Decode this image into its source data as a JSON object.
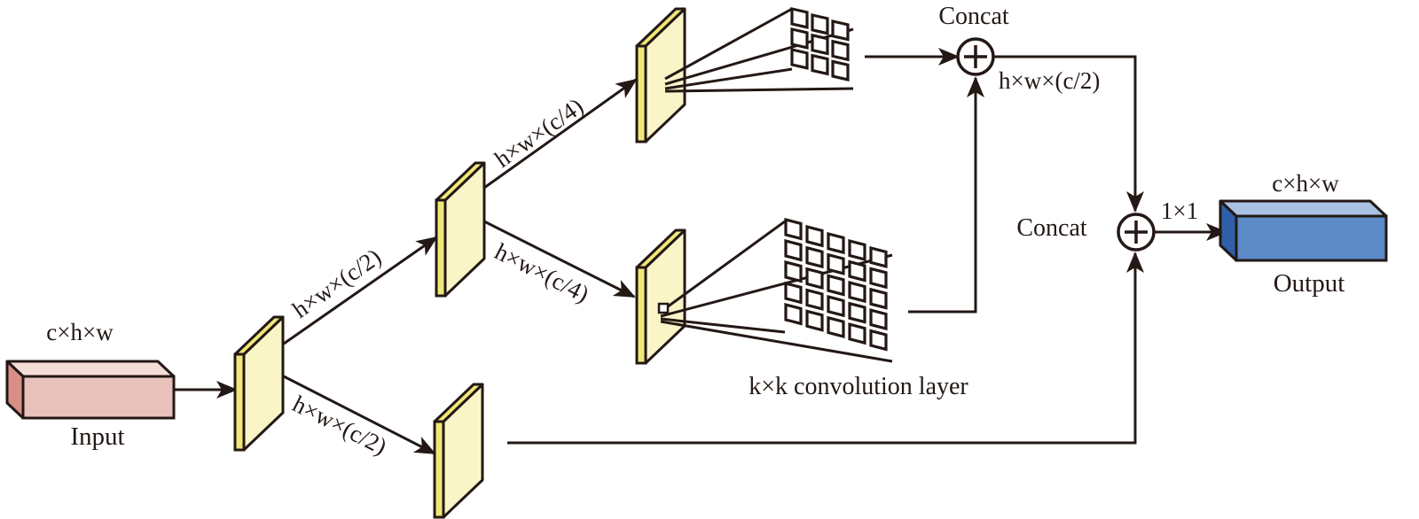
{
  "title": "Multi-branch convolution module diagram",
  "colors": {
    "input_front": "#e8c1bb",
    "input_top": "#f4dcd8",
    "input_side": "#d88f85",
    "feature_face": "#f9f5c7",
    "feature_edge": "#efe878",
    "output_front": "#5b8ac6",
    "output_top": "#a9c2e4",
    "output_side": "#2f5fa8",
    "line": "#231815"
  },
  "labels": {
    "input_dims": "c×h×w",
    "input_name": "Input",
    "branch1_upper": "h×w×(c/2)",
    "branch1_lower": "h×w×(c/2)",
    "branch2_upper": "h×w×(c/4)",
    "branch2_lower": "h×w×(c/4)",
    "concat_top": "Concat",
    "concat_top_out": "h×w×(c/2)",
    "conv_caption": "k×k convolution layer",
    "concat_final": "Concat",
    "conv_1x1": "1×1",
    "output_dims": "c×h×w",
    "output_name": "Output"
  },
  "kernels": {
    "small": {
      "rows": 3,
      "cols": 3
    },
    "large": {
      "rows": 5,
      "cols": 5
    }
  }
}
